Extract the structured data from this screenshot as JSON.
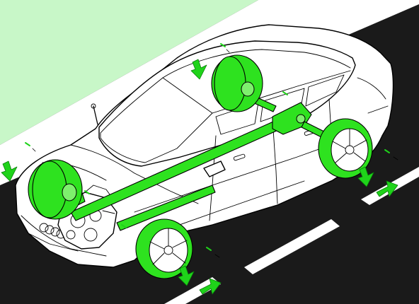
{
  "figure": {
    "subject": "car-drivetrain-cutaway",
    "highlight_color": "#2ee21f",
    "arrow_color": "#1fd31a",
    "verge_color": "#c8f7c8",
    "road_color": "#1a1a1a",
    "lane_marking_color": "#ffffff",
    "highlighted_parts": [
      "front-left-wheel",
      "front-right-wheel",
      "rear-left-wheel",
      "rear-right-wheel",
      "propeller-shaft",
      "rear-differential",
      "front-differential"
    ],
    "arrow_icons": [
      "down-arrow-icon",
      "right-arrow-icon"
    ]
  }
}
